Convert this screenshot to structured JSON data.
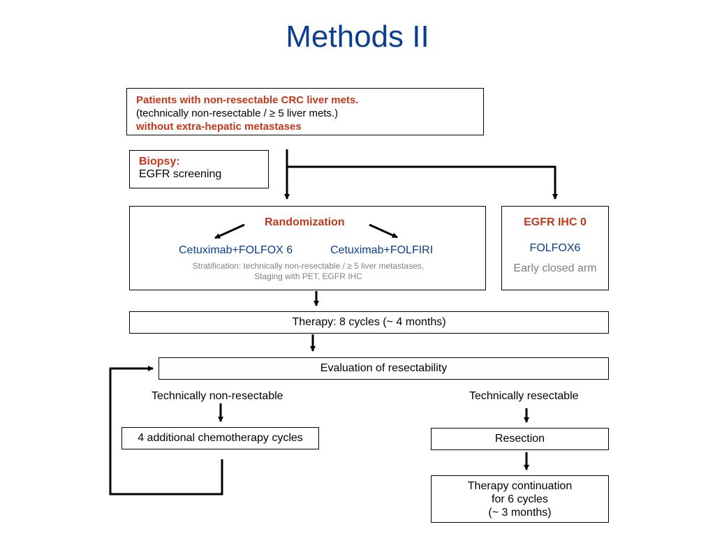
{
  "title": "Methods II",
  "patients": {
    "line1": "Patients with non-resectable CRC liver mets.",
    "line2": "(technically non-resectable / ≥ 5 liver mets.)",
    "line3": "without extra-hepatic metastases"
  },
  "biopsy": {
    "heading": "Biopsy:",
    "text": "EGFR screening"
  },
  "randomization": {
    "heading": "Randomization",
    "arm_a": "Cetuximab+FOLFOX 6",
    "arm_b": "Cetuximab+FOLFIRI",
    "stratification_line1": "Stratification: technically non-resectable / ≥ 5 liver metastases,",
    "stratification_line2": "Staging with PET, EGFR IHC"
  },
  "egfr": {
    "heading": "EGFR IHC 0",
    "regimen": "FOLFOX6",
    "status": "Early closed arm"
  },
  "therapy": "Therapy: 8 cycles (~ 4 months)",
  "evaluation": "Evaluation of resectability",
  "non_resectable_label": "Technically non-resectable",
  "resectable_label": "Technically resectable",
  "additional_cycles": "4 additional chemotherapy cycles",
  "resection": "Resection",
  "continuation": {
    "line1": "Therapy continuation",
    "line2": "for 6 cycles",
    "line3": "(~ 3 months)"
  },
  "colors": {
    "title": "#0b3d91",
    "highlight": "#c0391b",
    "regimen": "#0b3d91",
    "muted": "#808080"
  }
}
